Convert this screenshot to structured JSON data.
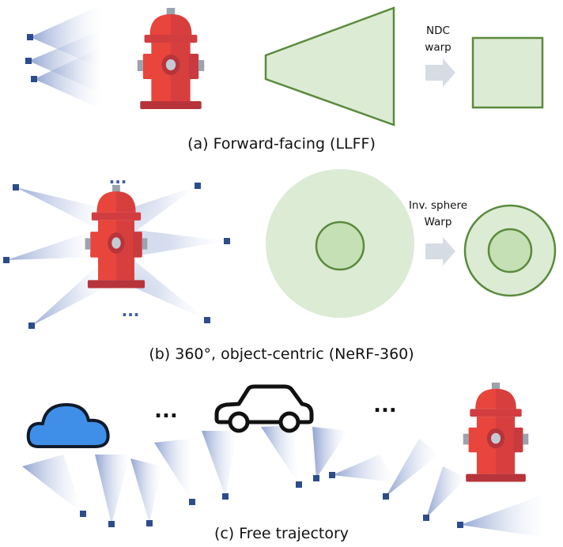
{
  "sections": {
    "a": {
      "caption": "(a) Forward-facing (LLFF)",
      "warp_label_lines": [
        "NDC",
        "warp"
      ]
    },
    "b": {
      "caption": "(b) 360°, object-centric (NeRF-360)",
      "warp_label_lines": [
        "Inv. sphere",
        "Warp"
      ],
      "ellipsis_top": "...",
      "ellipsis_bottom": "..."
    },
    "c": {
      "caption": "(c) Free trajectory",
      "ellipsis_left": "...",
      "ellipsis_right": "..."
    }
  },
  "colors": {
    "hydrant_red": "#e8453c",
    "hydrant_dark": "#b7343a",
    "hydrant_cap": "#9aa3ae",
    "camera_blue": "#2c4c8c",
    "frustum_blue": "#9fb0d8",
    "region_fill": "#dcebd3",
    "region_stroke": "#5a8a3c",
    "inner_fill": "#c5e0b5",
    "arrow_gray": "#d6dce4",
    "cloud_blue": "#3f8fe8"
  },
  "icons": [
    "fire-hydrant-icon",
    "camera-icon",
    "cloud-icon",
    "car-icon",
    "warp-arrow-icon"
  ]
}
